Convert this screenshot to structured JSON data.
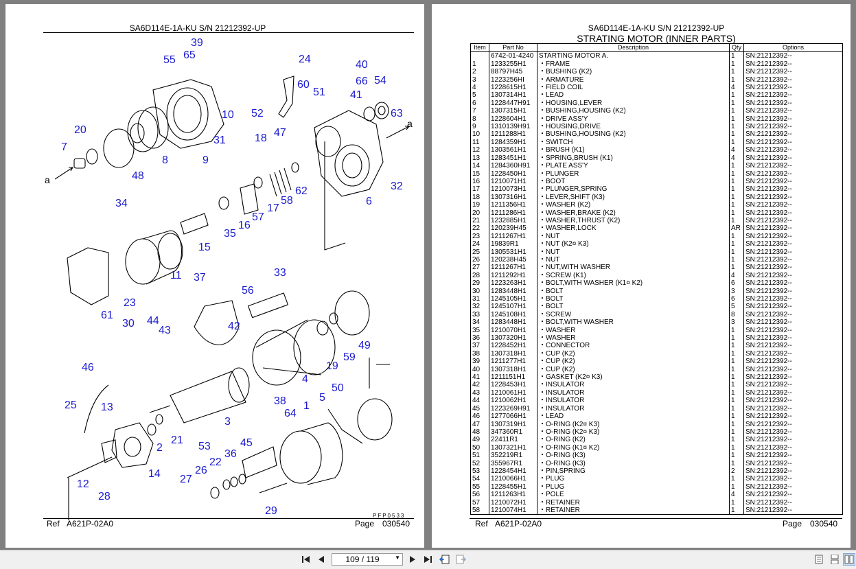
{
  "left_page": {
    "header": "SA6D114E-1A-KU S/N 21212392-UP",
    "ref_label": "Ref",
    "ref_value": "A621P-02A0",
    "page_label": "Page",
    "page_value": "030540",
    "drawing_code": "PFP0533",
    "callouts": [
      "39",
      "65",
      "55",
      "24",
      "40",
      "66",
      "54",
      "60",
      "51",
      "41",
      "63",
      "20",
      "7",
      "10",
      "52",
      "31",
      "18",
      "47",
      "8",
      "9",
      "48",
      "34",
      "16",
      "57",
      "17",
      "58",
      "62",
      "6",
      "32",
      "35",
      "15",
      "11",
      "37",
      "33",
      "56",
      "30",
      "44",
      "42",
      "23",
      "61",
      "43",
      "49",
      "19",
      "59",
      "4",
      "46",
      "50",
      "25",
      "13",
      "38",
      "5",
      "1",
      "64",
      "2",
      "21",
      "3",
      "53",
      "45",
      "36",
      "22",
      "14",
      "26",
      "27",
      "12",
      "28",
      "29"
    ],
    "a_labels": [
      "a",
      "a"
    ]
  },
  "right_page": {
    "header": "SA6D114E-1A-KU S/N 21212392-UP",
    "title": "STRATING MOTOR (INNER PARTS)",
    "columns": [
      "Item",
      "Part No",
      "Description",
      "Qty",
      "Options"
    ],
    "rows": [
      [
        "",
        "6742-01-4240",
        "STARTING MOTOR A.",
        "1",
        "SN:21212392--"
      ],
      [
        "1",
        "1233255H1",
        "・FRAME",
        "1",
        "SN:21212392--"
      ],
      [
        "2",
        "88797H45",
        "・BUSHING (K2)",
        "1",
        "SN:21212392--"
      ],
      [
        "3",
        "1223256HI",
        "・ARMATURE",
        "1",
        "SN:21212392--"
      ],
      [
        "4",
        "1228615H1",
        "・FIELD COIL",
        "4",
        "SN:21212392--"
      ],
      [
        "5",
        "1307314H1",
        "・LEAD",
        "1",
        "SN:21212392--"
      ],
      [
        "6",
        "1228447H91",
        "・HOUSING,LEVER",
        "1",
        "SN:21212392--"
      ],
      [
        "7",
        "1307315H1",
        "・BUSHING,HOUSING (K2)",
        "1",
        "SN:21212392--"
      ],
      [
        "8",
        "1228604H1",
        "・DRIVE ASS'Y",
        "1",
        "SN:21212392--"
      ],
      [
        "9",
        "1310139H91",
        "・HOUSING,DRIVE",
        "1",
        "SN:21212392--"
      ],
      [
        "10",
        "1211288H1",
        "・BUSHING,HOUSING (K2)",
        "1",
        "SN:21212392--"
      ],
      [
        "11",
        "1284359H1",
        "・SWITCH",
        "1",
        "SN:21212392--"
      ],
      [
        "12",
        "1303561H1",
        "・BRUSH (K1)",
        "4",
        "SN:21212392--"
      ],
      [
        "13",
        "1283451H1",
        "・SPRING,BRUSH (K1)",
        "4",
        "SN:21212392--"
      ],
      [
        "14",
        "1284360H91",
        "・PLATE ASS'Y",
        "1",
        "SN:21212392--"
      ],
      [
        "15",
        "1228450H1",
        "・PLUNGER",
        "1",
        "SN:21212392--"
      ],
      [
        "16",
        "1210071H1",
        "・BOOT",
        "1",
        "SN:21212392--"
      ],
      [
        "17",
        "1210073H1",
        "・PLUNGER,SPRING",
        "1",
        "SN:21212392--"
      ],
      [
        "18",
        "1307316H1",
        "・LEVER,SHIFT (K3)",
        "1",
        "SN:21212392--"
      ],
      [
        "19",
        "1211356H1",
        "・WASHER (K2)",
        "1",
        "SN:21212392--"
      ],
      [
        "20",
        "1211286H1",
        "・WASHER,BRAKE (K2)",
        "1",
        "SN:21212392--"
      ],
      [
        "21",
        "1232885H1",
        "・WASHER,THRUST (K2)",
        "1",
        "SN:21212392--"
      ],
      [
        "22",
        "120239H45",
        "・WASHER,LOCK",
        "AR",
        "SN:21212392--"
      ],
      [
        "23",
        "1211267H1",
        "・NUT",
        "1",
        "SN:21212392--"
      ],
      [
        "24",
        "19839R1",
        "・NUT (K2¤ K3)",
        "1",
        "SN:21212392--"
      ],
      [
        "25",
        "1305531H1",
        "・NUT",
        "1",
        "SN:21212392--"
      ],
      [
        "26",
        "120238H45",
        "・NUT",
        "1",
        "SN:21212392--"
      ],
      [
        "27",
        "1211267H1",
        "・NUT,WITH WASHER",
        "1",
        "SN:21212392--"
      ],
      [
        "28",
        "1211292H1",
        "・SCREW (K1)",
        "4",
        "SN:21212392--"
      ],
      [
        "29",
        "1223263H1",
        "・BOLT,WITH WASHER (K1¤ K2)",
        "6",
        "SN:21212392--"
      ],
      [
        "30",
        "1283448H1",
        "・BOLT",
        "3",
        "SN:21212392--"
      ],
      [
        "31",
        "1245105H1",
        "・BOLT",
        "6",
        "SN:21212392--"
      ],
      [
        "32",
        "1245107H1",
        "・BOLT",
        "5",
        "SN:21212392--"
      ],
      [
        "33",
        "1245108H1",
        "・SCREW",
        "8",
        "SN:21212392--"
      ],
      [
        "34",
        "1283448H1",
        "・BOLT,WITH WASHER",
        "3",
        "SN:21212392--"
      ],
      [
        "35",
        "1210070H1",
        "・WASHER",
        "1",
        "SN:21212392--"
      ],
      [
        "36",
        "1307320H1",
        "・WASHER",
        "1",
        "SN:21212392--"
      ],
      [
        "37",
        "1228452H1",
        "・CONNECTOR",
        "1",
        "SN:21212392--"
      ],
      [
        "38",
        "1307318H1",
        "・CUP (K2)",
        "1",
        "SN:21212392--"
      ],
      [
        "39",
        "1211277H1",
        "・CUP (K2)",
        "1",
        "SN:21212392--"
      ],
      [
        "40",
        "1307318H1",
        "・CUP (K2)",
        "1",
        "SN:21212392--"
      ],
      [
        "41",
        "1211151H1",
        "・GASKET (K2¤ K3)",
        "1",
        "SN:21212392--"
      ],
      [
        "42",
        "1228453H1",
        "・INSULATOR",
        "1",
        "SN:21212392--"
      ],
      [
        "43",
        "1210061H1",
        "・INSULATOR",
        "1",
        "SN:21212392--"
      ],
      [
        "44",
        "1210062H1",
        "・INSULATOR",
        "1",
        "SN:21212392--"
      ],
      [
        "45",
        "1223269H91",
        "・INSULATOR",
        "1",
        "SN:21212392--"
      ],
      [
        "46",
        "1277066H1",
        "・LEAD",
        "1",
        "SN:21212392--"
      ],
      [
        "47",
        "1307319H1",
        "・O-RING (K2¤ K3)",
        "1",
        "SN:21212392--"
      ],
      [
        "48",
        "347360R1",
        "・O-RING (K2¤ K3)",
        "1",
        "SN:21212392--"
      ],
      [
        "49",
        "22411R1",
        "・O-RING (K2)",
        "1",
        "SN:21212392--"
      ],
      [
        "50",
        "1307321H1",
        "・O-RING (K1¤ K2)",
        "1",
        "SN:21212392--"
      ],
      [
        "51",
        "352219R1",
        "・O-RING (K3)",
        "1",
        "SN:21212392--"
      ],
      [
        "52",
        "355967R1",
        "・O-RING (K3)",
        "1",
        "SN:21212392--"
      ],
      [
        "53",
        "1228454H1",
        "・PIN,SPRING",
        "2",
        "SN:21212392--"
      ],
      [
        "54",
        "1210066H1",
        "・PLUG",
        "1",
        "SN:21212392--"
      ],
      [
        "55",
        "1228455H1",
        "・PLUG",
        "1",
        "SN:21212392--"
      ],
      [
        "56",
        "1211263H1",
        "・POLE",
        "4",
        "SN:21212392--"
      ],
      [
        "57",
        "1210072H1",
        "・RETAINER",
        "1",
        "SN:21212392--"
      ],
      [
        "58",
        "1210074H1",
        "・RETAINER",
        "1",
        "SN:21212392--"
      ]
    ],
    "ref_label": "Ref",
    "ref_value": "A621P-02A0",
    "page_label": "Page",
    "page_value": "030540"
  },
  "toolbar": {
    "page_indicator": "109 / 119",
    "icons": [
      "first-page-icon",
      "prev-page-icon",
      "next-page-icon",
      "last-page-icon",
      "go-back-icon",
      "go-forward-icon",
      "single-page-view-icon",
      "continuous-view-icon",
      "facing-view-icon"
    ]
  }
}
